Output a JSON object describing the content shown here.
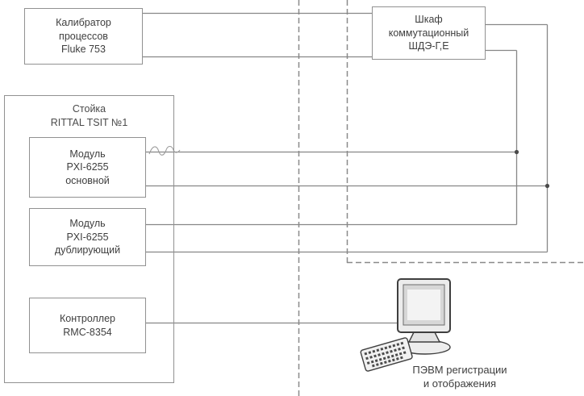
{
  "boxes": {
    "calibrator": {
      "lines": [
        "Калибратор",
        "процессов",
        "Fluke 753"
      ]
    },
    "switch_cabinet": {
      "lines": [
        "Шкаф",
        "коммутационный",
        "ШДЭ-Г,Е"
      ]
    },
    "rack": {
      "lines": [
        "Стойка",
        "RITTAL TSIT №1"
      ]
    },
    "module_main": {
      "lines": [
        "Модуль",
        "PXI-6255",
        "основной"
      ]
    },
    "module_backup": {
      "lines": [
        "Модуль",
        "PXI-6255",
        "дублирующий"
      ]
    },
    "controller": {
      "lines": [
        "Контроллер",
        "RMC-8354"
      ]
    }
  },
  "pc_caption": {
    "lines": [
      "ПЭВМ регистрации",
      "и отображения"
    ]
  },
  "palette": {
    "background": "#ffffff",
    "wire": "#878787",
    "dashed_boundary": "#8a8a8a",
    "box_border": "#919191",
    "text": "#3e3e3e",
    "junction_dot": "#4a4a4a"
  }
}
